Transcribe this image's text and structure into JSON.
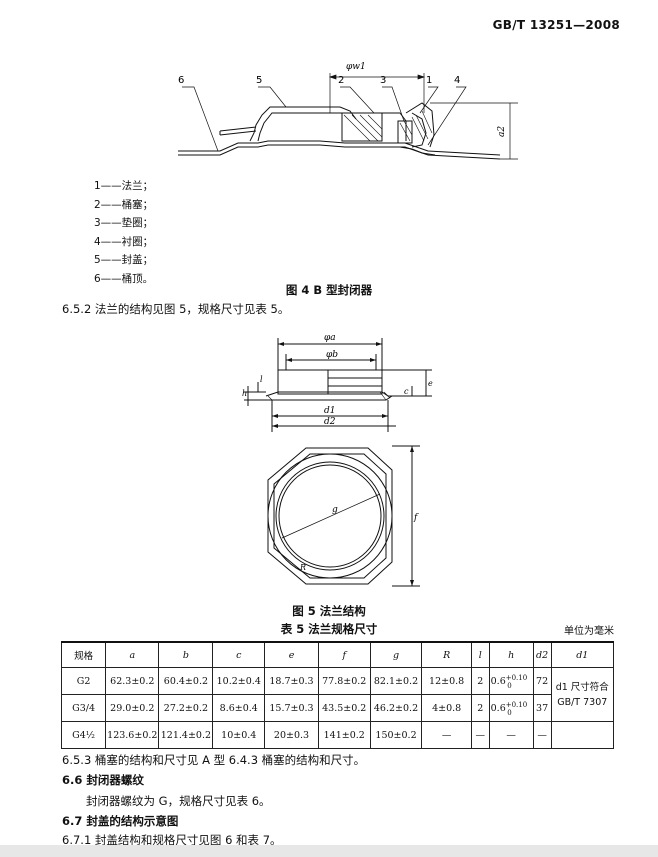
{
  "header": {
    "standard_no": "GB/T 13251—2008"
  },
  "figure4": {
    "callouts": [
      "6",
      "5",
      "2",
      "3",
      "1",
      "4"
    ],
    "dim_top": "φw1",
    "dim_right": "a2",
    "legend": [
      "1——法兰；",
      "2——桶塞；",
      "3——垫圈；",
      "4——衬圈；",
      "5——封盖；",
      "6——桶顶。"
    ],
    "caption": "图 4   B 型封闭器"
  },
  "section_652": "6.5.2   法兰的结构见图 5，规格尺寸见表 5。",
  "figure5": {
    "dims": {
      "a": "φa",
      "b": "φb",
      "d1": "d1",
      "d2": "d2",
      "h": "h",
      "l": "l",
      "c": "c",
      "e": "e",
      "g": "g",
      "f": "f",
      "R": "R"
    },
    "caption": "图 5   法兰结构"
  },
  "table5": {
    "title": "表 5   法兰规格尺寸",
    "unit": "单位为毫米",
    "columns": [
      "规格",
      "a",
      "b",
      "c",
      "e",
      "f",
      "g",
      "R",
      "l",
      "h",
      "d2",
      "d1"
    ],
    "rows": [
      [
        "G2",
        "62.3±0.2",
        "60.4±0.2",
        "10.2±0.4",
        "18.7±0.3",
        "77.8±0.2",
        "82.1±0.2",
        "12±0.8",
        "2",
        "0.6",
        "72"
      ],
      [
        "G3/4",
        "29.0±0.2",
        "27.2±0.2",
        "8.6±0.4",
        "15.7±0.3",
        "43.5±0.2",
        "46.2±0.2",
        "4±0.8",
        "2",
        "0.6",
        "37"
      ],
      [
        "G4½",
        "123.6±0.2",
        "121.4±0.2",
        "10±0.4",
        "20±0.3",
        "141±0.2",
        "150±0.2",
        "—",
        "—",
        "—",
        "—"
      ]
    ],
    "h_tolerance_upper": "+0.10",
    "h_tolerance_lower": "0",
    "d1_note_line1": "d1 尺寸符合",
    "d1_note_line2": "GB/T 7307"
  },
  "section_653": "6.5.3   桶塞的结构和尺寸见 A 型 6.4.3 桶塞的结构和尺寸。",
  "section_66_title": "6.6   封闭器螺纹",
  "section_66_body": "封闭器螺纹为 G，规格尺寸见表 6。",
  "section_67_title": "6.7   封盖的结构示意图",
  "section_671": "6.7.1   封盖结构和规格尺寸见图 6 和表 7。"
}
